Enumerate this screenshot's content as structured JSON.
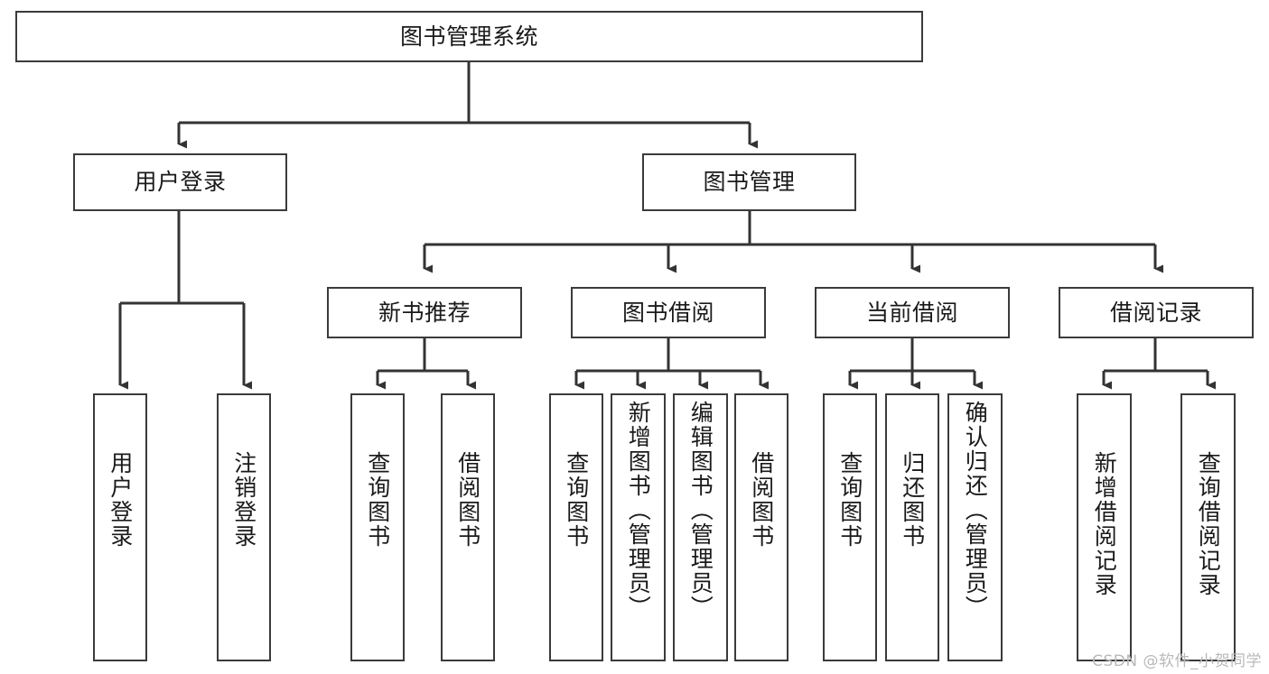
{
  "diagram": {
    "type": "tree",
    "title": "图书管理系统",
    "watermark": "CSDN @软件_小贺同学",
    "colors": {
      "node_border": "#3b3b3b",
      "node_fill": "#ffffff",
      "edge": "#333333",
      "text": "#1a1a1a",
      "watermark": "#b9b9b9"
    },
    "nodes": [
      {
        "id": "root",
        "label": "图书管理系统",
        "level": 0,
        "orientation": "horizontal"
      },
      {
        "id": "user-login",
        "label": "用户登录",
        "level": 1,
        "orientation": "horizontal"
      },
      {
        "id": "book-manage",
        "label": "图书管理",
        "level": 1,
        "orientation": "horizontal"
      },
      {
        "id": "new-book-rec",
        "label": "新书推荐",
        "level": 2,
        "orientation": "horizontal"
      },
      {
        "id": "book-borrow",
        "label": "图书借阅",
        "level": 2,
        "orientation": "horizontal"
      },
      {
        "id": "current-borrow",
        "label": "当前借阅",
        "level": 2,
        "orientation": "horizontal"
      },
      {
        "id": "borrow-record",
        "label": "借阅记录",
        "level": 2,
        "orientation": "horizontal"
      },
      {
        "id": "leaf-login",
        "label": "用户登录",
        "level": 3,
        "orientation": "vertical",
        "parent": "user-login"
      },
      {
        "id": "leaf-logout",
        "label": "注销登录",
        "level": 3,
        "orientation": "vertical",
        "parent": "user-login"
      },
      {
        "id": "leaf-query-1",
        "label": "查询图书",
        "level": 3,
        "orientation": "vertical",
        "parent": "new-book-rec"
      },
      {
        "id": "leaf-borrow-1",
        "label": "借阅图书",
        "level": 3,
        "orientation": "vertical",
        "parent": "new-book-rec"
      },
      {
        "id": "leaf-query-2",
        "label": "查询图书",
        "level": 3,
        "orientation": "vertical",
        "parent": "book-borrow"
      },
      {
        "id": "leaf-add-book",
        "label": "新增图书（管理员）",
        "level": 3,
        "orientation": "vertical",
        "parent": "book-borrow"
      },
      {
        "id": "leaf-edit-book",
        "label": "编辑图书（管理员）",
        "level": 3,
        "orientation": "vertical",
        "parent": "book-borrow"
      },
      {
        "id": "leaf-borrow-2",
        "label": "借阅图书",
        "level": 3,
        "orientation": "vertical",
        "parent": "book-borrow"
      },
      {
        "id": "leaf-query-3",
        "label": "查询图书",
        "level": 3,
        "orientation": "vertical",
        "parent": "current-borrow"
      },
      {
        "id": "leaf-return",
        "label": "归还图书",
        "level": 3,
        "orientation": "vertical",
        "parent": "current-borrow"
      },
      {
        "id": "leaf-confirm",
        "label": "确认归还（管理员）",
        "level": 3,
        "orientation": "vertical",
        "parent": "current-borrow"
      },
      {
        "id": "leaf-add-rec",
        "label": "新增借阅记录",
        "level": 3,
        "orientation": "vertical",
        "parent": "borrow-record"
      },
      {
        "id": "leaf-query-rec",
        "label": "查询借阅记录",
        "level": 3,
        "orientation": "vertical",
        "parent": "borrow-record"
      }
    ],
    "edges": [
      {
        "from": "root",
        "to": "user-login"
      },
      {
        "from": "root",
        "to": "book-manage"
      },
      {
        "from": "book-manage",
        "to": "new-book-rec"
      },
      {
        "from": "book-manage",
        "to": "book-borrow"
      },
      {
        "from": "book-manage",
        "to": "current-borrow"
      },
      {
        "from": "book-manage",
        "to": "borrow-record"
      },
      {
        "from": "user-login",
        "to": "leaf-login"
      },
      {
        "from": "user-login",
        "to": "leaf-logout"
      },
      {
        "from": "new-book-rec",
        "to": "leaf-query-1"
      },
      {
        "from": "new-book-rec",
        "to": "leaf-borrow-1"
      },
      {
        "from": "book-borrow",
        "to": "leaf-query-2"
      },
      {
        "from": "book-borrow",
        "to": "leaf-add-book"
      },
      {
        "from": "book-borrow",
        "to": "leaf-edit-book"
      },
      {
        "from": "book-borrow",
        "to": "leaf-borrow-2"
      },
      {
        "from": "current-borrow",
        "to": "leaf-query-3"
      },
      {
        "from": "current-borrow",
        "to": "leaf-return"
      },
      {
        "from": "current-borrow",
        "to": "leaf-confirm"
      },
      {
        "from": "borrow-record",
        "to": "leaf-add-rec"
      },
      {
        "from": "borrow-record",
        "to": "leaf-query-rec"
      }
    ]
  }
}
